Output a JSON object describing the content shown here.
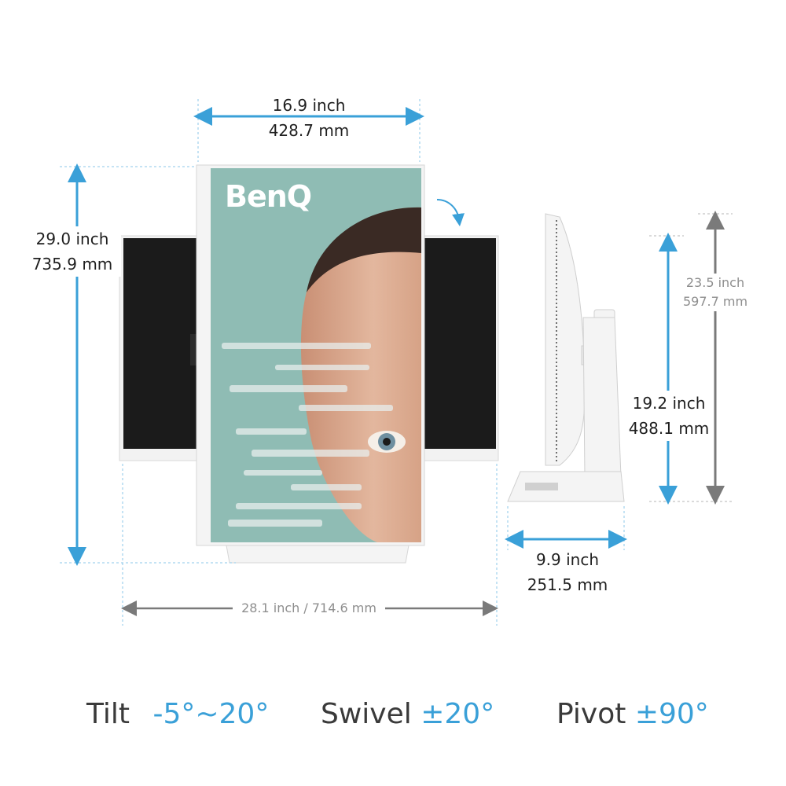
{
  "brand": "BenQ",
  "colors": {
    "accent": "#3aa0d8",
    "grey_arrow": "#7a7a7a",
    "dim_text": "#1f1f1f",
    "screen_bg": "#8fbcb4",
    "monitor_body": "#f2f2f2",
    "panel_black": "#1b1b1b"
  },
  "dimensions": {
    "front_width": {
      "inch": "16.9 inch",
      "mm": "428.7 mm"
    },
    "max_height": {
      "inch": "29.0 inch",
      "mm": "735.9 mm"
    },
    "total_width": {
      "text": "28.1 inch / 714.6 mm"
    },
    "side_max_height": {
      "inch": "23.5 inch",
      "mm": "597.7 mm"
    },
    "side_min_height": {
      "inch": "19.2 inch",
      "mm": "488.1 mm"
    },
    "stand_depth": {
      "inch": "9.9 inch",
      "mm": "251.5 mm"
    }
  },
  "specs": {
    "tilt": {
      "label": "Tilt",
      "value": "-5°~20°"
    },
    "swivel": {
      "label": "Swivel",
      "value": "±20°"
    },
    "pivot": {
      "label": "Pivot",
      "value": "±90°"
    }
  },
  "icons": {
    "rotate": "rotate-arrow-icon",
    "dimension": "double-arrow-icon"
  }
}
